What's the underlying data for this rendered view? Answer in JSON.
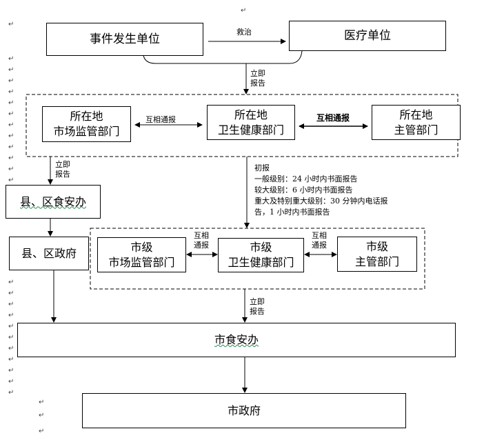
{
  "nodes": {
    "event_unit": "事件发生单位",
    "medical_unit": "医疗单位",
    "local_market": [
      "所在地",
      "市场监管部门"
    ],
    "local_health": [
      "所在地",
      "卫生健康部门"
    ],
    "local_authority": [
      "所在地",
      "主管部门"
    ],
    "county_food_safety": "县、区食安办",
    "county_government": "县、区政府",
    "city_market": [
      "市级",
      "市场监管部门"
    ],
    "city_health": [
      "市级",
      "卫生健康部门"
    ],
    "city_authority": [
      "市级",
      "主管部门"
    ],
    "city_food_safety": "市食安办",
    "city_government": "市政府"
  },
  "edges": {
    "treat": "救治",
    "immediate_report": [
      "立即",
      "报告"
    ],
    "mutual_notify": "互相通报",
    "mutual_notify_bold": "互相通报",
    "mutual_notify_split": [
      "互相",
      "通报"
    ],
    "initial_report": [
      "初报",
      "一般级别：24 小时内书面报告",
      "较大级别：6 小时内书面报告",
      "重大及特别重大级别：30  分钟内电话报",
      "告，1 小时内书面报告"
    ]
  },
  "paragraph_mark": "↵"
}
